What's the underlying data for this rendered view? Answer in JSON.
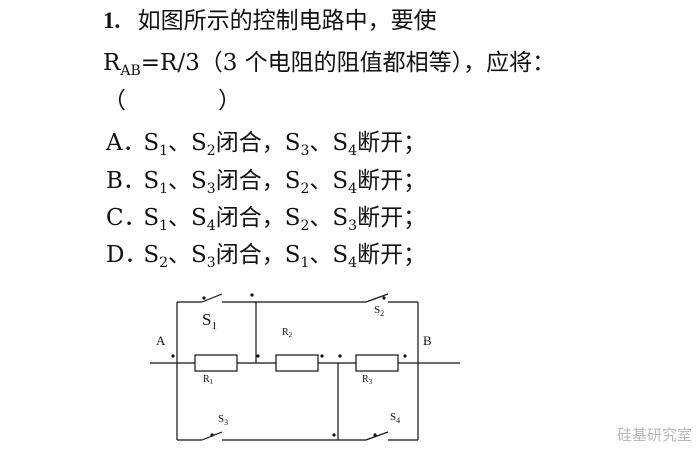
{
  "question": {
    "number": "1.",
    "stem_line1": "如图所示的控制电路中，要使",
    "stem_line2": {
      "r": "R",
      "r_sub": "AB",
      "rest": "=R/3（3 个电阻的阻值都相等），应将：",
      "blank": "（　　　　）"
    },
    "options": [
      {
        "letter": "A．",
        "text": "S1、S2闭合，S3、S4断开；"
      },
      {
        "letter": "B．",
        "text": "S1、S3闭合，S2、S4断开；"
      },
      {
        "letter": "C．",
        "text": "S1、S4闭合，S2、S3断开；"
      },
      {
        "letter": "D．",
        "text": "S2、S3闭合，S1、S4断开；"
      }
    ]
  },
  "diagram": {
    "labels": {
      "a": "A",
      "b": "B",
      "s": "S",
      "r": "R",
      "s1": "1",
      "s2": "2",
      "s3": "3",
      "s4": "4",
      "r1": "1",
      "r2": "2",
      "r3": "3"
    }
  },
  "watermark": "硅基研究室"
}
